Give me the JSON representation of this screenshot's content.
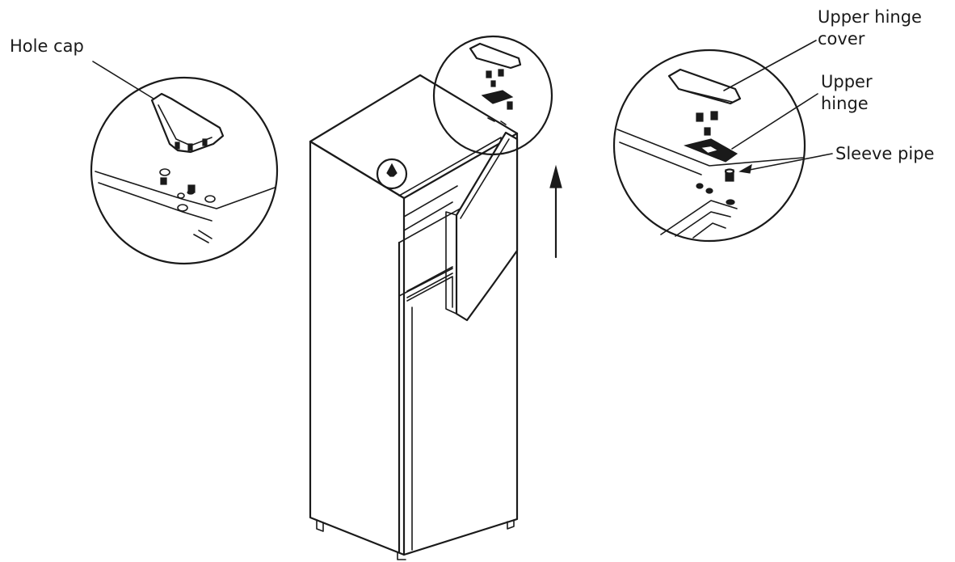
{
  "labels": {
    "hole_cap": "Hole cap",
    "upper_hinge_cover_line1": "Upper hinge",
    "upper_hinge_cover_line2": "cover",
    "upper_hinge_line1": "Upper",
    "upper_hinge_line2": "hinge",
    "sleeve_pipe": "Sleeve pipe"
  },
  "colors": {
    "ink": "#1a1a1a",
    "background": "#ffffff"
  }
}
